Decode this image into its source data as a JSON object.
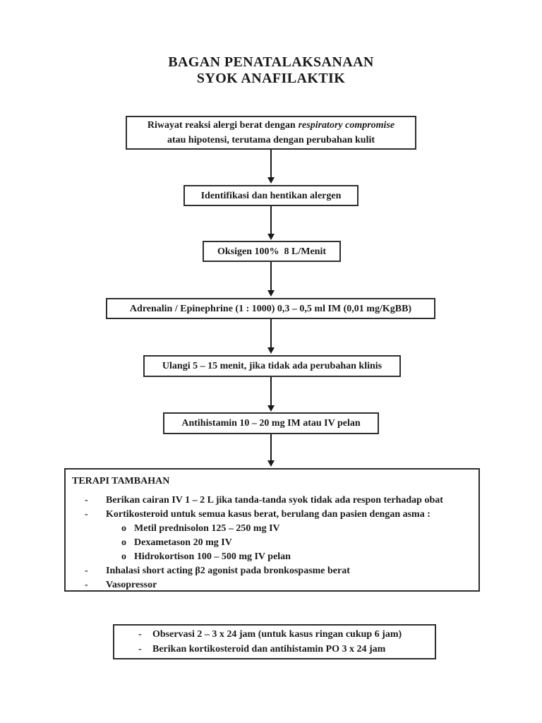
{
  "colors": {
    "background": "#ffffff",
    "text": "#1a1a1a",
    "border": "#2e2e2e"
  },
  "title": {
    "line1": "BAGAN PENATALAKSANAAN",
    "line2": "SYOK ANAFILAKTIK"
  },
  "flow": {
    "box1": {
      "pre": "Riwayat reaksi alergi berat dengan",
      "italic": "respiratory compromise",
      "line2": "atau hipotensi, terutama dengan perubahan kulit"
    },
    "box2": {
      "label": "Identifikasi dan hentikan alergen"
    },
    "box3": {
      "label": "Oksigen 100%  8 L/Menit"
    },
    "box4": {
      "label": "Adrenalin / Epinephrine (1 : 1000) 0,3 – 0,5 ml IM (0,01 mg/KgBB)"
    },
    "box5": {
      "label": "Ulangi 5 – 15 menit, jika tidak ada perubahan klinis"
    },
    "box6": {
      "label": "Antihistamin 10 – 20 mg IM atau IV pelan"
    }
  },
  "terapi": {
    "title": "TERAPI TAMBAHAN",
    "items": [
      {
        "bullet": "-",
        "text": "Berikan cairan IV 1 – 2 L jika tanda-tanda syok tidak ada respon terhadap obat"
      },
      {
        "bullet": "-",
        "text": "Kortikosteroid untuk semua kasus berat, berulang dan pasien dengan asma :"
      },
      {
        "bullet": "o",
        "text": "Metil prednisolon 125 – 250 mg IV"
      },
      {
        "bullet": "o",
        "text": "Dexametason 20 mg IV"
      },
      {
        "bullet": "o",
        "text": "Hidrokortison 100 – 500 mg IV pelan"
      },
      {
        "bullet": "-",
        "text": "Inhalasi short acting β2 agonist pada bronkospasme berat"
      },
      {
        "bullet": "-",
        "text": "Vasopressor"
      }
    ]
  },
  "observasi": {
    "items": [
      {
        "bullet": "-",
        "text": "Observasi 2 – 3 x 24 jam (untuk kasus ringan cukup 6 jam)"
      },
      {
        "bullet": "-",
        "text": "Berikan kortikosteroid dan antihistamin PO 3 x 24 jam"
      }
    ]
  }
}
